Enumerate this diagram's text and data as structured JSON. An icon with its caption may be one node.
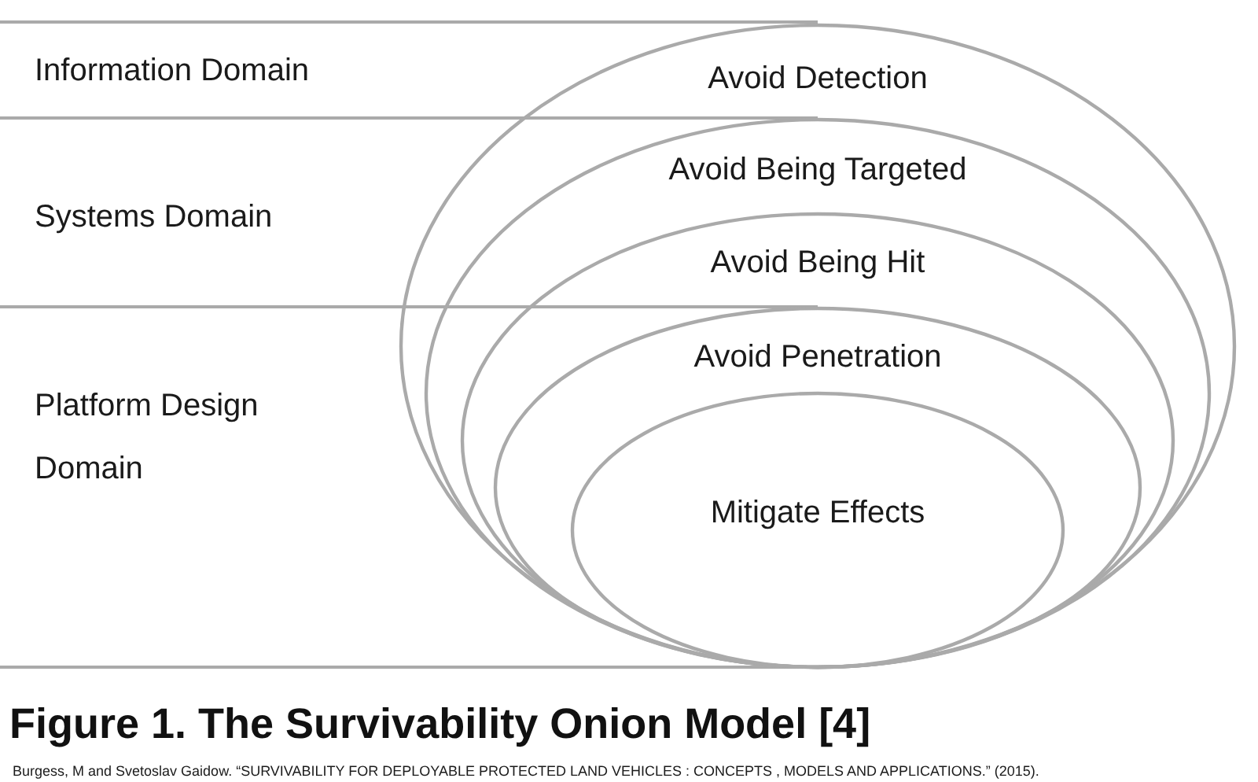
{
  "diagram": {
    "caption": "Figure 1. The Survivability Onion Model [4]",
    "nodes": [
      {
        "text": [
          "Avoid Detection"
        ]
      },
      {
        "text": [
          "Avoid Being Targeted"
        ],
        "in": 0
      },
      {
        "text": [
          "Avoid Being Hit"
        ],
        "in": 1
      },
      {
        "text": [
          "Avoid Penetration"
        ],
        "in": 2
      },
      {
        "text": [
          "Mitigate Effects"
        ],
        "in": 3
      }
    ],
    "labels": [
      "Information Domain",
      "Systems Domain",
      "Platform Design Domain",
      "Burgess, M and Svetoslav Gaidow. “SURVIVABILITY FOR DEPLOYABLE PROTECTED LAND VEHICLES : CONCEPTS , MODELS AND APPLICATIONS.” (2015)."
    ]
  }
}
